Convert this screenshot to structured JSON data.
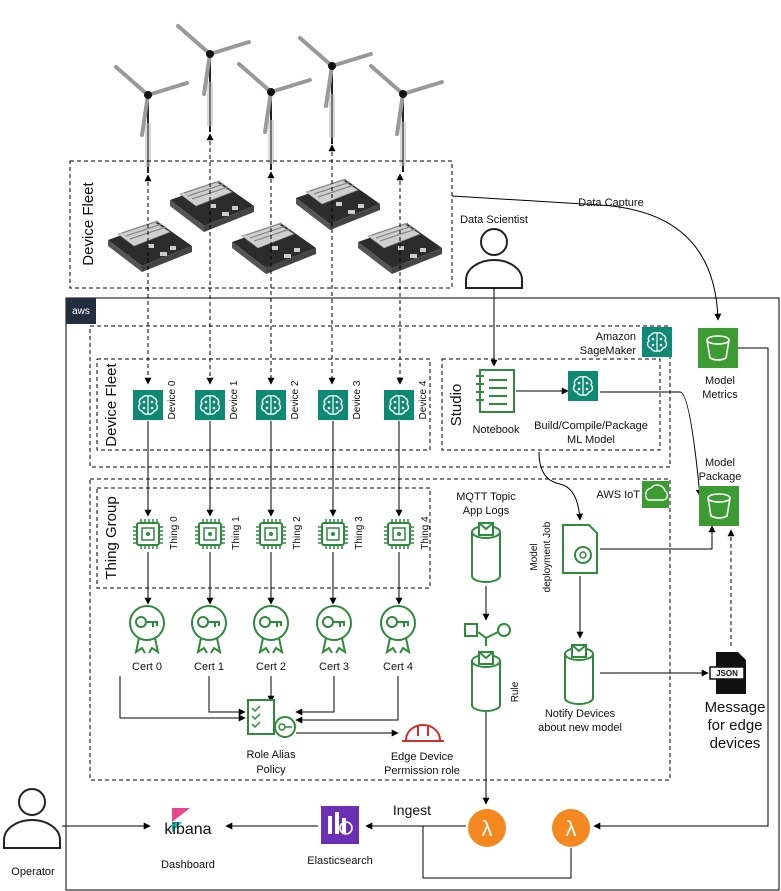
{
  "fleet_top_label": "Device Fleet",
  "data_capture": "Data Capture",
  "data_scientist": "Data Scientist",
  "aws_badge": "aws",
  "sagemaker": {
    "line1": "Amazon",
    "line2": "SageMaker"
  },
  "device_fleet_label": "Device Fleet",
  "devices": [
    "Device 0",
    "Device 1",
    "Device 2",
    "Device 3",
    "Device 4"
  ],
  "studio": "Studio",
  "notebook": "Notebook",
  "build": {
    "line1": "Build/Compile/Package",
    "line2": "ML Model"
  },
  "model_metrics": {
    "line1": "Model",
    "line2": "Metrics"
  },
  "model_package": {
    "line1": "Model",
    "line2": "Package"
  },
  "aws_iot": "AWS IoT",
  "thing_group": "Thing Group",
  "things": [
    "Thing 0",
    "Thing 1",
    "Thing 2",
    "Thing 3",
    "Thing 4"
  ],
  "certs": [
    "Cert 0",
    "Cert 1",
    "Cert 2",
    "Cert 3",
    "Cert 4"
  ],
  "mqtt": {
    "line1": "MQTT Topic",
    "line2": "App Logs"
  },
  "rule": "Rule",
  "deployment": {
    "line1": "Model",
    "line2": "deployment Job"
  },
  "notify": {
    "line1": "Notify Devices",
    "line2": "about new model"
  },
  "json_icon": "JSON",
  "message": {
    "line1": "Message",
    "line2": "for edge",
    "line3": "devices"
  },
  "role_alias": {
    "line1": "Role Alias",
    "line2": "Policy"
  },
  "edge_role": {
    "line1": "Edge Device",
    "line2": "Permission role"
  },
  "ingest": "Ingest",
  "kibana": "kibana",
  "dashboard": "Dashboard",
  "elasticsearch": "Elasticsearch",
  "operator": "Operator",
  "lambda": "λ",
  "colors": {
    "green": "#2e8b3e",
    "teal": "#0a7d6b",
    "orange": "#f5881f",
    "purple": "#6a2fb5",
    "red": "#d32f2f"
  }
}
